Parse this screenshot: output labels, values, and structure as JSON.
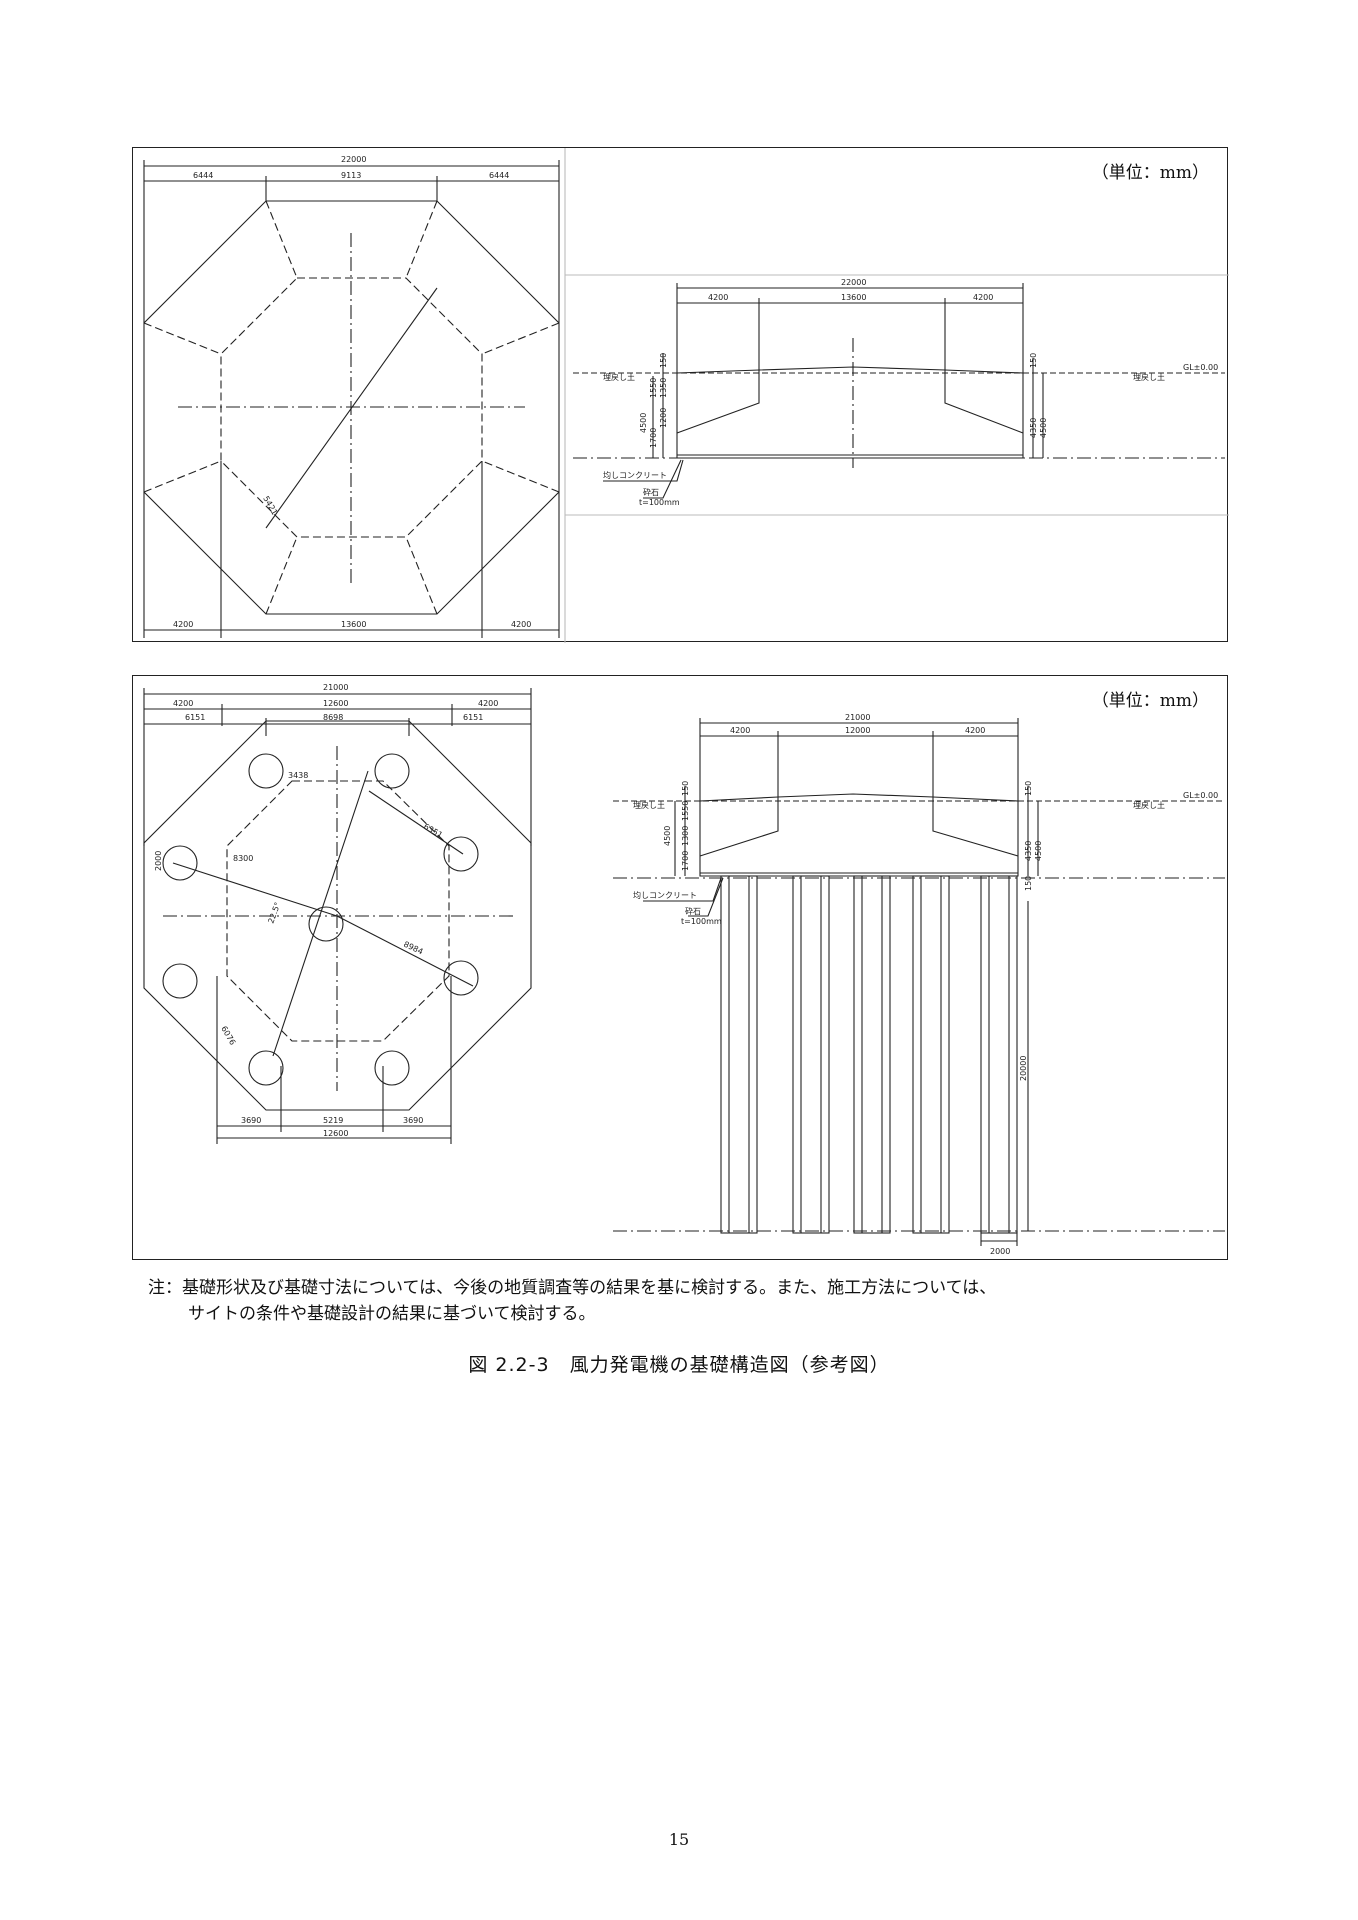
{
  "panel1": {
    "unit_label": "（単位：mm）",
    "plan": {
      "overall": "22000",
      "seg_left": "6444",
      "seg_mid": "9113",
      "seg_right": "6444",
      "diag": "5421",
      "bot_left": "4200",
      "bot_mid": "13600",
      "bot_right": "4200"
    },
    "section": {
      "overall": "22000",
      "seg_left": "4200",
      "seg_mid": "13600",
      "seg_right": "4200",
      "gl": "GL±0.00",
      "soil_left": "埋戻し土",
      "soil_right": "埋戻し土",
      "d150": "150",
      "d1550": "1550",
      "d1350": "1350",
      "d4500": "4500",
      "d1200": "1200",
      "d1700": "1700",
      "r150": "150",
      "r4350": "4350",
      "r4500": "4500",
      "concrete": "均しコンクリート",
      "gravel": "砕石",
      "gravel_t": "t=100mm"
    }
  },
  "panel2": {
    "unit_label": "（単位：mm）",
    "plan": {
      "overall": "21000",
      "top_left": "4200",
      "top_mid": "12600",
      "top_right": "4200",
      "seg_left": "6151",
      "seg_mid": "8698",
      "seg_right": "6151",
      "d3438": "3438",
      "d6351": "6351",
      "d8300": "8300",
      "d2000": "2000",
      "angle": "22.5°",
      "d8984": "8984",
      "d6076": "6076",
      "bot_left": "3690",
      "bot_mid": "5219",
      "bot_right": "3690",
      "bot_total": "12600"
    },
    "section": {
      "overall": "21000",
      "seg_left": "4200",
      "seg_mid": "12000",
      "seg_right": "4200",
      "gl": "GL±0.00",
      "soil_left": "埋戻し土",
      "soil_right": "埋戻し土",
      "d150": "150",
      "d1550": "1550",
      "d4500": "4500",
      "d1300": "1300",
      "d1700": "1700",
      "r150": "150",
      "r4350": "4350",
      "r4500": "4500",
      "r150b": "150",
      "concrete": "均しコンクリート",
      "gravel": "砕石",
      "gravel_t": "t=100mm",
      "pile_len": "20000",
      "pile_dia": "2000"
    }
  },
  "note": {
    "line1": "注：基礎形状及び基礎寸法については、今後の地質調査等の結果を基に検討する。また、施工方法については、",
    "line2": "サイトの条件や基礎設計の結果に基づいて検討する。"
  },
  "caption": "図 2.2-3　風力発電機の基礎構造図（参考図）",
  "page_number": "15"
}
